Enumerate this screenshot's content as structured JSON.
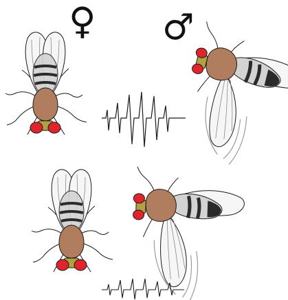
{
  "legend": {
    "female_symbol": "♀",
    "male_symbol": "♂"
  },
  "colors": {
    "eye": "#e0242c",
    "thorax": "#b07d5e",
    "head": "#b3a040",
    "abdomen_light": "#d3d3d3",
    "abdomen_stripe": "#2a2a2a",
    "wing_fill": "#f6f6f6",
    "outline": "#1a1a1a",
    "vibration": "#9a9a9a"
  },
  "scenes": [
    {
      "name": "top",
      "song": "strong-pulse-song",
      "male_wing": "extended-vibrating"
    },
    {
      "name": "bottom",
      "song": "weak-pulse-song",
      "male_wing": "extended-vibrating"
    }
  ]
}
